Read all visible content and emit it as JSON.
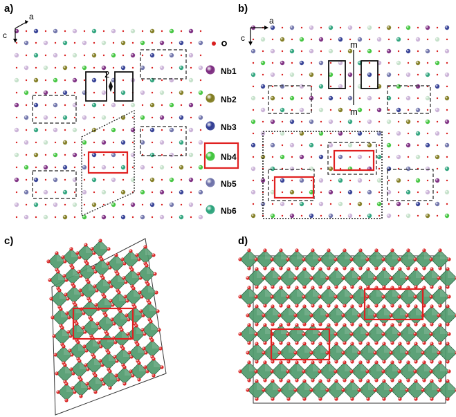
{
  "panels": {
    "a": {
      "label": "a)",
      "axis_top": "a",
      "axis_left": "c",
      "symmetry": "2"
    },
    "b": {
      "label": "b)",
      "axis_top": "a",
      "axis_left": "c",
      "mirror_top": "m",
      "mirror_bottom": "m"
    },
    "c": {
      "label": "c)"
    },
    "d": {
      "label": "d)"
    }
  },
  "legend": {
    "items": [
      {
        "label": "O",
        "color": "#d81f1f"
      },
      {
        "label": "Nb1",
        "color": "#7b2a7f"
      },
      {
        "label": "Nb2",
        "color": "#7f7a1e"
      },
      {
        "label": "Nb3",
        "color": "#2f3b92"
      },
      {
        "label": "Nb4",
        "color": "#3ec43a",
        "highlighted": true
      },
      {
        "label": "Nb5",
        "color": "#6c70a8"
      },
      {
        "label": "Nb6",
        "color": "#2aa27a"
      }
    ]
  },
  "colors": {
    "highlight_box": "#e02020",
    "octahedron": "#4f9a6d",
    "oxygen": "#d81f1f"
  }
}
